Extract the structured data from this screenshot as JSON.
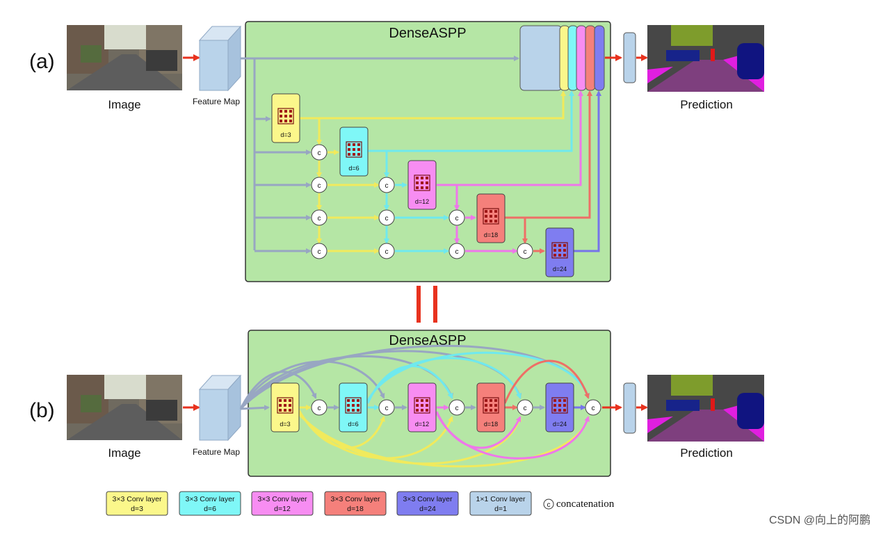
{
  "panel_a": {
    "letter": "(a)",
    "title": "DenseASPP",
    "image_label": "Image",
    "feature_label": "Feature Map",
    "prediction_label": "Prediction"
  },
  "panel_b": {
    "letter": "(b)",
    "title": "DenseASPP",
    "image_label": "Image",
    "feature_label": "Feature Map",
    "prediction_label": "Prediction"
  },
  "concat_symbol": "c",
  "conv_blocks": [
    {
      "label": "d=3",
      "color": "#fbf78b"
    },
    {
      "label": "d=6",
      "color": "#7ff7f7"
    },
    {
      "label": "d=12",
      "color": "#f78df2"
    },
    {
      "label": "d=18",
      "color": "#f5807b"
    },
    {
      "label": "d=24",
      "color": "#7f7df0"
    }
  ],
  "legend": {
    "items": [
      {
        "line1": "3×3 Conv layer",
        "line2": "d=3",
        "color": "#fbf78b"
      },
      {
        "line1": "3×3 Conv layer",
        "line2": "d=6",
        "color": "#7ff7f7"
      },
      {
        "line1": "3×3 Conv layer",
        "line2": "d=12",
        "color": "#f78df2"
      },
      {
        "line1": "3×3 Conv layer",
        "line2": "d=18",
        "color": "#f5807b"
      },
      {
        "line1": "3×3 Conv layer",
        "line2": "d=24",
        "color": "#7f7df0"
      },
      {
        "line1": "1×1 Conv layer",
        "line2": "d=1",
        "color": "#b9d3ea"
      }
    ],
    "concat_symbol": "c",
    "concat_label": "concatenation"
  },
  "watermark": "CSDN @向上的阿鹏",
  "colors": {
    "panel_bg": "#b5e6a5",
    "feature_map": "#b9d3ea",
    "input_arrow": "#e8321e",
    "trunk": "#98a6c2"
  }
}
